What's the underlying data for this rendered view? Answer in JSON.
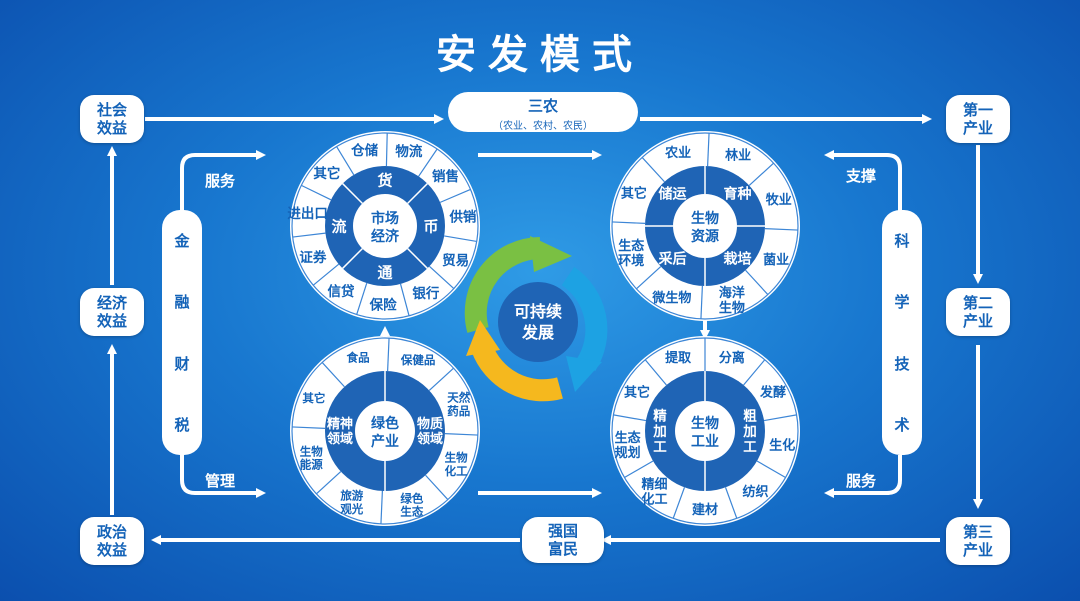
{
  "title": "安发模式",
  "colors": {
    "ring_dark": "#1f64b5",
    "ring_mid": "#1e6fc4",
    "label_blue": "#1463b8",
    "arrow_green": "#7ac043",
    "arrow_blue": "#1da2e3",
    "arrow_yellow": "#f5b81e"
  },
  "left_boxes": {
    "social": [
      "社会",
      "效益"
    ],
    "economic": [
      "经济",
      "效益"
    ],
    "political": [
      "政治",
      "效益"
    ]
  },
  "right_boxes": {
    "primary": [
      "第一",
      "产业"
    ],
    "secondary": [
      "第二",
      "产业"
    ],
    "tertiary": [
      "第三",
      "产业"
    ]
  },
  "top_pill": {
    "title": "三农",
    "sub": "（农业、农村、农民）"
  },
  "bottom_pill": [
    "强国",
    "富民"
  ],
  "finance_bar": {
    "chars": [
      "金",
      "融",
      "财",
      "税"
    ],
    "top_label": "服务",
    "bottom_label": "管理"
  },
  "science_bar": {
    "chars": [
      "科",
      "学",
      "技",
      "术"
    ],
    "top_label": "支撑",
    "bottom_label": "服务"
  },
  "center": {
    "label": [
      "可持续",
      "发展"
    ]
  },
  "wheels": [
    {
      "id": "market",
      "core": [
        "市场",
        "经济"
      ],
      "inner": [
        "货",
        "币",
        "通",
        "流"
      ],
      "outer": [
        "仓储",
        "物流",
        "销售",
        "供销",
        "贸易",
        "银行",
        "保险",
        "信贷",
        "证券",
        "进出口",
        "其它"
      ]
    },
    {
      "id": "bio",
      "core": [
        "生物",
        "资源"
      ],
      "inner": [
        "育种",
        "栽培",
        "采后",
        "储运"
      ],
      "outer": [
        "农业",
        "林业",
        "牧业",
        "菌业",
        "海洋\n生物",
        "微生物",
        "生态\n环境",
        "其它"
      ]
    },
    {
      "id": "green",
      "core": [
        "绿色",
        "产业"
      ],
      "inner": [
        "物质\n领域",
        "精神\n领域"
      ],
      "outer": [
        "食品",
        "保健品",
        "天然\n药品",
        "生物\n化工",
        "绿色\n生态",
        "旅游\n观光",
        "生物\n能源",
        "其它"
      ]
    },
    {
      "id": "industry",
      "core": [
        "生物",
        "工业"
      ],
      "inner": [
        "粗\n加\n工",
        "精\n加\n工"
      ],
      "outer": [
        "提取",
        "分离",
        "发酵",
        "生化",
        "纺织",
        "建材",
        "精细\n化工",
        "生态\n规划",
        "其它"
      ]
    }
  ]
}
